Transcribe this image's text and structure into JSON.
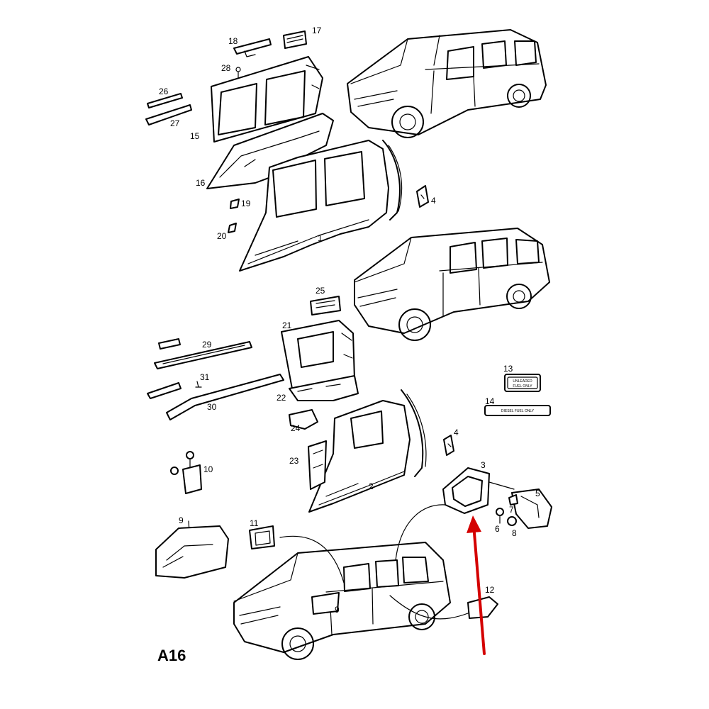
{
  "diagram": {
    "code": "A16",
    "labels": {
      "l1": "1",
      "l2": "2",
      "l3": "3",
      "l4a": "4",
      "l4b": "4",
      "l5": "5",
      "l6": "6",
      "l7": "7",
      "l8": "8",
      "l9a": "9",
      "l9b": "9",
      "l10": "10",
      "l11": "11",
      "l12": "12",
      "l13": "13",
      "l14": "14",
      "l15": "15",
      "l16": "16",
      "l17": "17",
      "l18": "18",
      "l19": "19",
      "l20": "20",
      "l21": "21",
      "l22": "22",
      "l23": "23",
      "l24": "24",
      "l25": "25",
      "l26": "26",
      "l27": "27",
      "l28": "28",
      "l29": "29",
      "l30": "30",
      "l31": "31"
    },
    "badges": {
      "unleaded_line1": "UNLEADED",
      "unleaded_line2": "FUEL ONLY",
      "diesel": "DIESEL FUEL ONLY"
    },
    "colors": {
      "arrow": "#d40000",
      "ink": "#000000"
    }
  }
}
